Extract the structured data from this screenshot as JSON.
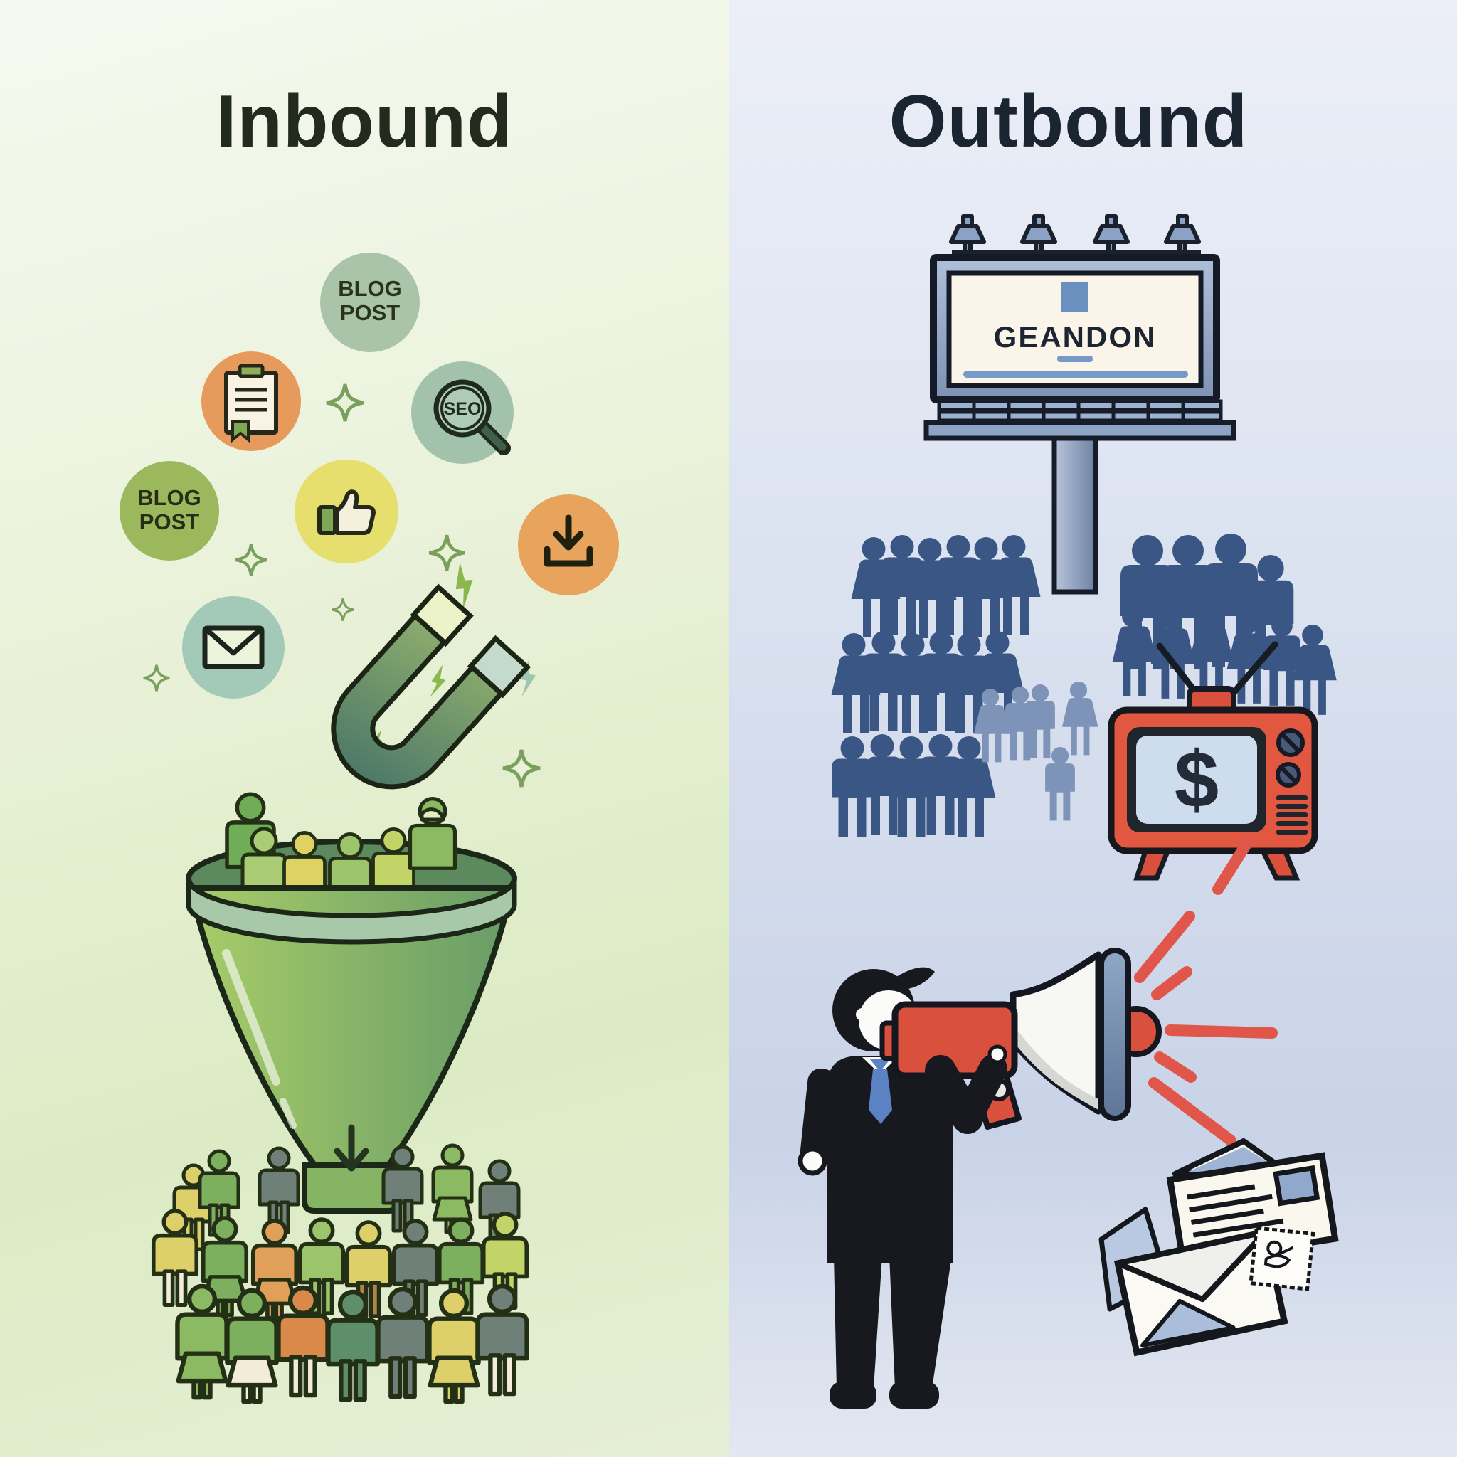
{
  "left_panel": {
    "title": "Inbound",
    "badges": {
      "blog_post_top": {
        "line1": "BLOG",
        "line2": "POST"
      },
      "blog_post_left": {
        "line1": "BLOG",
        "line2": "POST"
      },
      "seo": {
        "label": "SEO"
      }
    },
    "icon_names": [
      "certificate-document-icon",
      "seo-magnifier-icon",
      "thumbs-up-icon",
      "download-icon",
      "email-envelope-icon",
      "magnet-icon",
      "sparkle-icon",
      "lightning-icon",
      "lead-funnel-icon",
      "crowd-of-people"
    ],
    "colors": {
      "background_top": "#f6f9f0",
      "background_bottom": "#dcebc4",
      "badge_sage": "#a9c4a9",
      "badge_orange": "#e69a5c",
      "badge_yellow": "#e6df6e",
      "badge_olive": "#9cb85c",
      "badge_teal": "#a3c9b8",
      "badge_download_orange": "#e8a45c",
      "funnel_green": "#86b465",
      "funnel_rim": "#a7c9a9",
      "magnet_green": "#6d9467"
    }
  },
  "right_panel": {
    "title": "Outbound",
    "billboard": {
      "brand": "GEANDON"
    },
    "tv": {
      "screen_symbol": "$"
    },
    "icon_names": [
      "billboard-icon",
      "billboard-lamp-icon",
      "crowd-silhouettes",
      "tv-ad-icon",
      "megaphone-icon",
      "businessman-figure",
      "sound-burst-lines",
      "direct-mail-envelopes",
      "postage-stamp-icon"
    ],
    "colors": {
      "background_top": "#eceff7",
      "background_bottom": "#c9d3e7",
      "silhouette_navy": "#3a5685",
      "silhouette_faded": "#7e93b8",
      "billboard_frame_blue": "#9db2d0",
      "billboard_panel_cream": "#faf5e8",
      "billboard_accent_blue": "#7799c8",
      "tv_red": "#e2573f",
      "megaphone_red": "#d9513d",
      "suit_black": "#17191f",
      "tie_blue": "#5b83c4",
      "sound_line_red": "#e0564a"
    }
  }
}
